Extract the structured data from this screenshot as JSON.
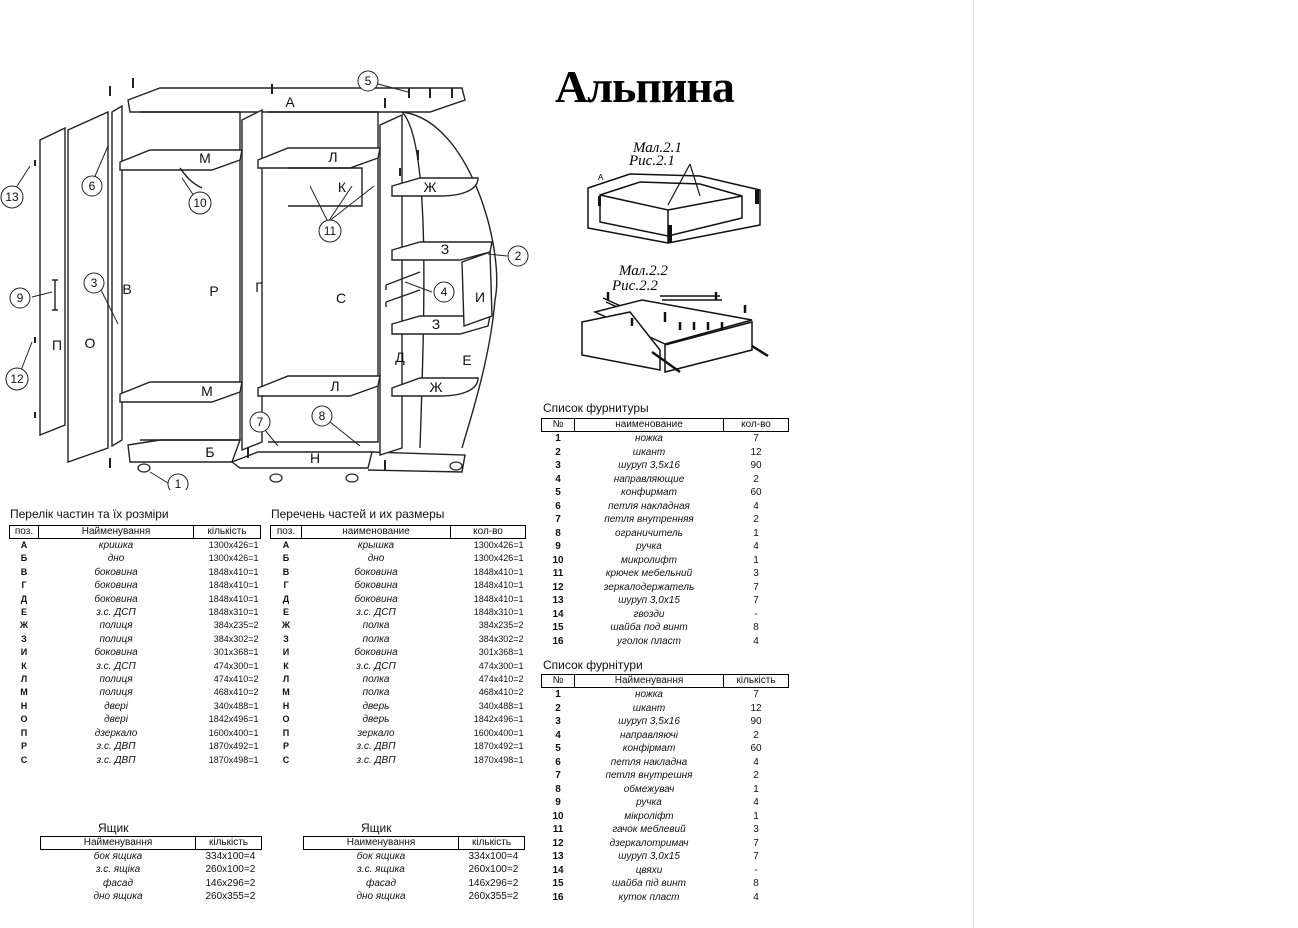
{
  "title": "Альпина",
  "diagram": {
    "part_labels": [
      "А",
      "М",
      "Л",
      "К",
      "Ж",
      "З",
      "И",
      "Е",
      "Д",
      "З",
      "Ж",
      "Л",
      "М",
      "Б",
      "Н",
      "С",
      "Г",
      "Р",
      "В",
      "О",
      "П"
    ],
    "callouts": [
      "1",
      "2",
      "3",
      "4",
      "5",
      "6",
      "7",
      "8",
      "9",
      "10",
      "11",
      "12",
      "13"
    ]
  },
  "drawer_figs": {
    "fig1_line1": "Мал.2.1",
    "fig1_line2": "Рис.2.1",
    "fig2_line1": "Мал.2.2",
    "fig2_line2": "Рис.2.2",
    "fig1_letter": "А"
  },
  "parts_ua": {
    "caption": "Перелік частин та їх розміри",
    "headers": [
      "поз.",
      "Найменування",
      "кількість"
    ],
    "rows": [
      [
        "А",
        "кришка",
        "1300х426=1"
      ],
      [
        "Б",
        "дно",
        "1300х426=1"
      ],
      [
        "В",
        "боковина",
        "1848х410=1"
      ],
      [
        "Г",
        "боковина",
        "1848х410=1"
      ],
      [
        "Д",
        "боковина",
        "1848х410=1"
      ],
      [
        "Е",
        "з.с. ДСП",
        "1848х310=1"
      ],
      [
        "Ж",
        "полиця",
        "384х235=2"
      ],
      [
        "З",
        "полиця",
        "384х302=2"
      ],
      [
        "И",
        "боковина",
        "301х368=1"
      ],
      [
        "К",
        "з.с. ДСП",
        "474х300=1"
      ],
      [
        "Л",
        "полиця",
        "474х410=2"
      ],
      [
        "М",
        "полиця",
        "468х410=2"
      ],
      [
        "Н",
        "двері",
        "340х488=1"
      ],
      [
        "О",
        "двері",
        "1842х496=1"
      ],
      [
        "П",
        "дзеркало",
        "1600х400=1"
      ],
      [
        "Р",
        "з.с. ДВП",
        "1870х492=1"
      ],
      [
        "С",
        "з.с. ДВП",
        "1870х498=1"
      ]
    ]
  },
  "parts_ru": {
    "caption": "Перечень частей и их размеры",
    "headers": [
      "поз.",
      "наименование",
      "кол-во"
    ],
    "rows": [
      [
        "А",
        "крышка",
        "1300х426=1"
      ],
      [
        "Б",
        "дно",
        "1300х426=1"
      ],
      [
        "В",
        "боковина",
        "1848х410=1"
      ],
      [
        "Г",
        "боковина",
        "1848х410=1"
      ],
      [
        "Д",
        "боковина",
        "1848х410=1"
      ],
      [
        "Е",
        "з.с. ДСП",
        "1848х310=1"
      ],
      [
        "Ж",
        "полка",
        "384х235=2"
      ],
      [
        "З",
        "полка",
        "384х302=2"
      ],
      [
        "И",
        "боковина",
        "301х368=1"
      ],
      [
        "К",
        "з.с. ДСП",
        "474х300=1"
      ],
      [
        "Л",
        "полка",
        "474х410=2"
      ],
      [
        "М",
        "полка",
        "468х410=2"
      ],
      [
        "Н",
        "дверь",
        "340х488=1"
      ],
      [
        "О",
        "дверь",
        "1842х496=1"
      ],
      [
        "П",
        "зеркало",
        "1600х400=1"
      ],
      [
        "Р",
        "з.с. ДВП",
        "1870х492=1"
      ],
      [
        "С",
        "з.с. ДВП",
        "1870х498=1"
      ]
    ]
  },
  "hardware_ru": {
    "caption": "Список фурнитуры",
    "headers": [
      "№",
      "наименование",
      "кол-во"
    ],
    "rows": [
      [
        "1",
        "ножка",
        "7"
      ],
      [
        "2",
        "шкант",
        "12"
      ],
      [
        "3",
        "шуруп 3,5х16",
        "90"
      ],
      [
        "4",
        "направляющие",
        "2"
      ],
      [
        "5",
        "конфирмат",
        "60"
      ],
      [
        "6",
        "петля накладная",
        "4"
      ],
      [
        "7",
        "петля внутренняя",
        "2"
      ],
      [
        "8",
        "ограничитель",
        "1"
      ],
      [
        "9",
        "ручка",
        "4"
      ],
      [
        "10",
        "микролифт",
        "1"
      ],
      [
        "11",
        "крючек мебельний",
        "3"
      ],
      [
        "12",
        "зеркалодержатель",
        "7"
      ],
      [
        "13",
        "шуруп 3,0х15",
        "7"
      ],
      [
        "14",
        "гвозди",
        "-"
      ],
      [
        "15",
        "шайба под винт",
        "8"
      ],
      [
        "16",
        "уголок пласт",
        "4"
      ]
    ]
  },
  "hardware_ua": {
    "caption": "Список фурнітури",
    "headers": [
      "№",
      "Найменування",
      "кількість"
    ],
    "rows": [
      [
        "1",
        "ножка",
        "7"
      ],
      [
        "2",
        "шкант",
        "12"
      ],
      [
        "3",
        "шуруп 3,5х16",
        "90"
      ],
      [
        "4",
        "направляючі",
        "2"
      ],
      [
        "5",
        "конфірмат",
        "60"
      ],
      [
        "6",
        "петля накладна",
        "4"
      ],
      [
        "7",
        "петля внутрешня",
        "2"
      ],
      [
        "8",
        "обмежувач",
        "1"
      ],
      [
        "9",
        "ручка",
        "4"
      ],
      [
        "10",
        "мікроліфт",
        "1"
      ],
      [
        "11",
        "гачок меблевий",
        "3"
      ],
      [
        "12",
        "дзеркалотримач",
        "7"
      ],
      [
        "13",
        "шуруп 3,0х15",
        "7"
      ],
      [
        "14",
        "цвяхи",
        "-"
      ],
      [
        "15",
        "шайба під винт",
        "8"
      ],
      [
        "16",
        "куток пласт",
        "4"
      ]
    ]
  },
  "drawer_ua": {
    "caption": "Ящик",
    "headers": [
      "Найменування",
      "кількість"
    ],
    "rows": [
      [
        "бок ящика",
        "334х100=4"
      ],
      [
        "з.с. ящіка",
        "260х100=2"
      ],
      [
        "фасад",
        "146х296=2"
      ],
      [
        "дно ящика",
        "260х355=2"
      ]
    ]
  },
  "drawer_ru": {
    "caption": "Ящик",
    "headers": [
      "Наименування",
      "кількість"
    ],
    "rows": [
      [
        "бок ящика",
        "334х100=4"
      ],
      [
        "з.с. ящика",
        "260х100=2"
      ],
      [
        "фасад",
        "146х296=2"
      ],
      [
        "дно ящика",
        "260х355=2"
      ]
    ]
  }
}
